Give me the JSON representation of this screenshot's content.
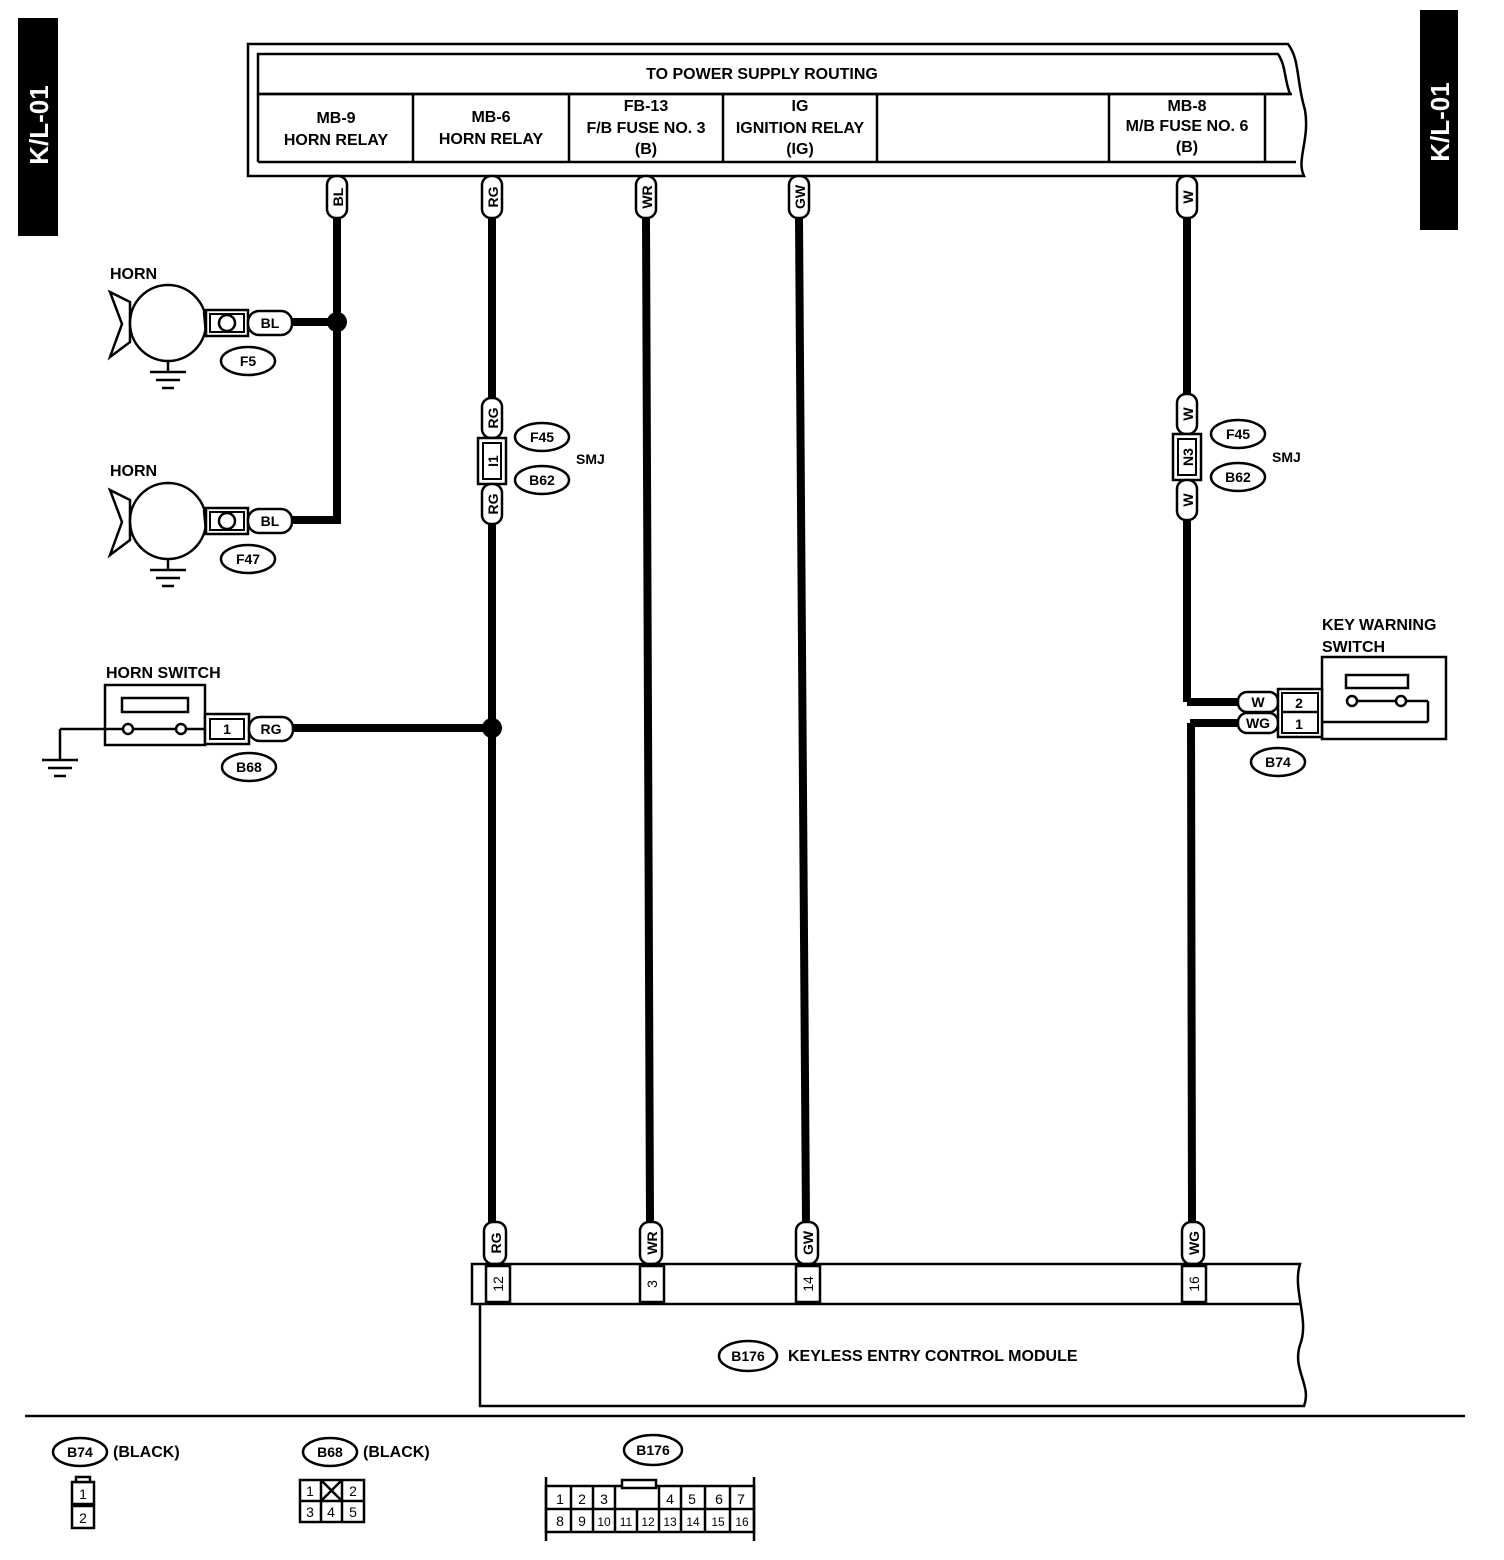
{
  "page_code": "K/L-01",
  "power_supply": {
    "title": "TO POWER SUPPLY ROUTING",
    "cells": [
      {
        "l1": "MB-9",
        "l2": "HORN RELAY",
        "l3": ""
      },
      {
        "l1": "MB-6",
        "l2": "HORN RELAY",
        "l3": ""
      },
      {
        "l1": "FB-13",
        "l2": "F/B FUSE NO. 3",
        "l3": "(B)"
      },
      {
        "l1": "IG",
        "l2": "IGNITION RELAY",
        "l3": "(IG)"
      },
      {
        "l1": "",
        "l2": "",
        "l3": ""
      },
      {
        "l1": "MB-8",
        "l2": "M/B FUSE NO. 6",
        "l3": "(B)"
      }
    ]
  },
  "wires": {
    "bl": "BL",
    "rg": "RG",
    "wr": "WR",
    "gw": "GW",
    "w": "W",
    "wg": "WG"
  },
  "components": {
    "horn": "HORN",
    "horn_switch": "HORN SWITCH",
    "key_warning_switch_l1": "KEY WARNING",
    "key_warning_switch_l2": "SWITCH",
    "smj": "SMJ",
    "module": "KEYLESS ENTRY CONTROL MODULE"
  },
  "connectors": {
    "f5": "F5",
    "f47": "F47",
    "f45": "F45",
    "b62": "B62",
    "b68": "B68",
    "b74": "B74",
    "b176": "B176",
    "smj_pin_left": "I1",
    "smj_pin_right": "N3",
    "horn_switch_pin": "1",
    "kws_pin_top": "2",
    "kws_pin_bottom": "1"
  },
  "module_pins": [
    "12",
    "3",
    "14",
    "16"
  ],
  "legend": {
    "b74": {
      "code": "B74",
      "color": "(BLACK)",
      "pins": [
        "1",
        "2"
      ]
    },
    "b68": {
      "code": "B68",
      "color": "(BLACK)",
      "pins": [
        "1",
        "2",
        "3",
        "4",
        "5"
      ]
    },
    "b176": {
      "code": "B176",
      "row1": [
        "1",
        "2",
        "3",
        "4",
        "5",
        "6",
        "7"
      ],
      "row2": [
        "8",
        "9",
        "10",
        "11",
        "12",
        "13",
        "14",
        "15",
        "16"
      ]
    }
  }
}
